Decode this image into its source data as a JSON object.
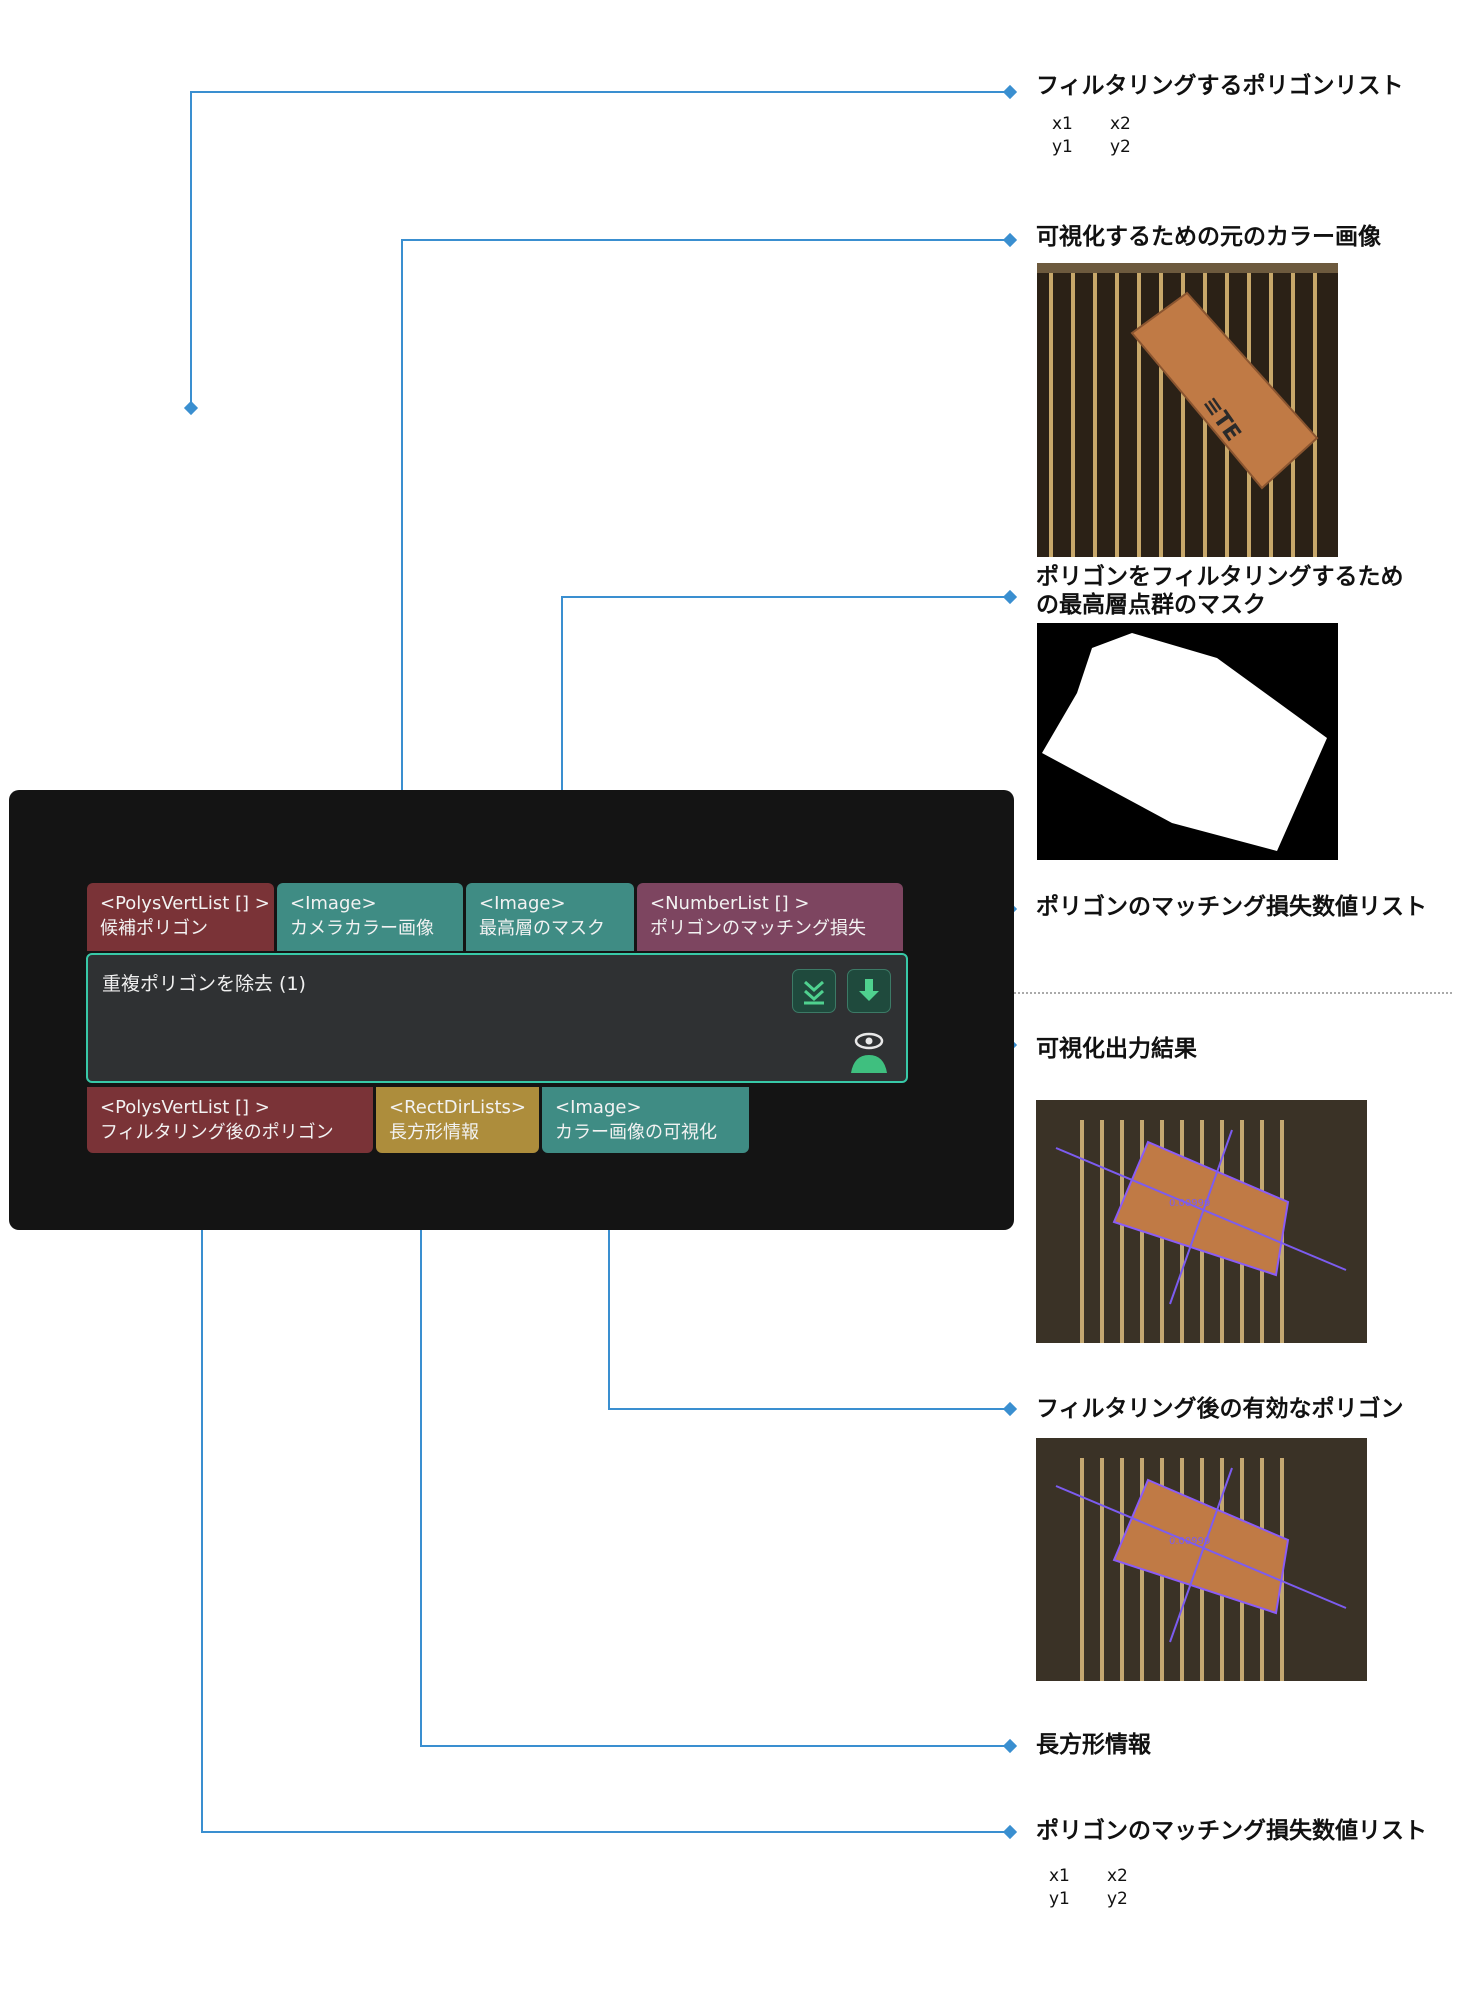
{
  "annotations": {
    "poly_list": {
      "title": "フィルタリングするポリゴンリスト",
      "coords": [
        "x1",
        "x2",
        "y1",
        "y2"
      ]
    },
    "color_image": {
      "title": "可視化するための元のカラー画像"
    },
    "mask": {
      "title_line1": "ポリゴンをフィルタリングするため",
      "title_line2": "の最高層点群のマスク"
    },
    "loss_list_in": {
      "title": "ポリゴンのマッチング損失数値リスト"
    },
    "vis_result": {
      "title": "可視化出力結果"
    },
    "valid_polys": {
      "title": "フィルタリング後の有効なポリゴン"
    },
    "rect_info": {
      "title": "長方形情報"
    },
    "loss_list_out": {
      "title": "ポリゴンのマッチング損失数値リスト",
      "coords": [
        "x1",
        "x2",
        "y1",
        "y2"
      ]
    }
  },
  "node": {
    "title": "重複ポリゴンを除去 (1)",
    "inputs": [
      {
        "type": "<PolysVertList [] >",
        "label": "候補ポリゴン"
      },
      {
        "type": "<Image>",
        "label": "カメラカラー画像"
      },
      {
        "type": "<Image>",
        "label": "最高層のマスク"
      },
      {
        "type": "<NumberList [] >",
        "label": "ポリゴンのマッチング損失"
      }
    ],
    "outputs": [
      {
        "type": "<PolysVertList [] >",
        "label": "フィルタリング後のポリゴン"
      },
      {
        "type": "<RectDirLists>",
        "label": "長方形情報"
      },
      {
        "type": "<Image>",
        "label": "カラー画像の可視化"
      }
    ]
  },
  "overlay": {
    "score_text": "0.00999"
  },
  "colors": {
    "wire": "#3a8fd0",
    "node_border": "#38c9a8",
    "panel": "#141414"
  }
}
